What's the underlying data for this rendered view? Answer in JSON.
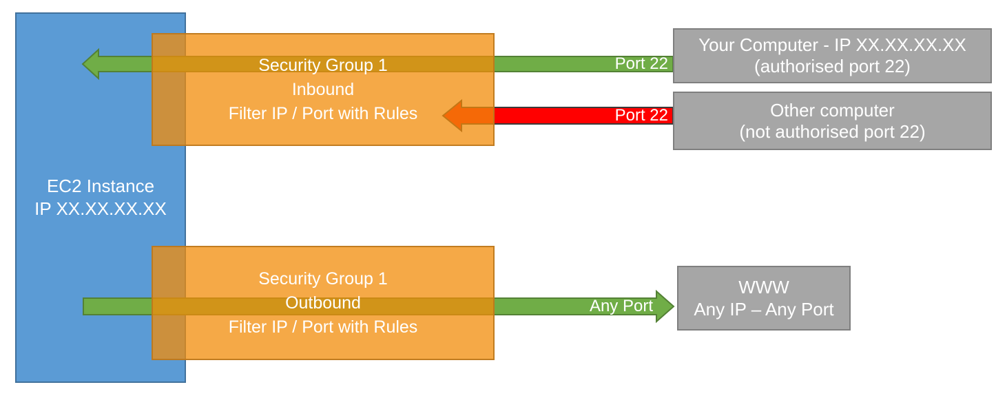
{
  "diagram": {
    "ec2_instance": {
      "line1": "EC2 Instance",
      "line2": "IP XX.XX.XX.XX"
    },
    "security_group_inbound": {
      "line1": "Security Group 1",
      "line2": "Inbound",
      "line3": "Filter IP / Port with Rules"
    },
    "security_group_outbound": {
      "line1": "Security Group 1",
      "line2": "Outbound",
      "line3": "Filter IP / Port with Rules"
    },
    "your_computer": {
      "line1": "Your Computer - IP XX.XX.XX.XX",
      "line2": "(authorised port 22)"
    },
    "other_computer": {
      "line1": "Other computer",
      "line2": "(not authorised port 22)"
    },
    "www": {
      "line1": "WWW",
      "line2": "Any IP – Any Port"
    },
    "arrow_labels": {
      "inbound_allowed": "Port 22",
      "inbound_blocked": "Port 22",
      "outbound": "Any Port"
    }
  },
  "colors": {
    "blue_fill": "#5B9BD5",
    "blue_stroke": "#41719C",
    "orange_fill": "rgba(242,140,10,0.75)",
    "orange_stroke": "rgba(187,119,28,0.9)",
    "green_fill": "#70AD47",
    "green_stroke": "#538135",
    "red_fill": "#FF0000",
    "red_stroke": "#3B3B3B",
    "gray_fill": "#A6A6A6",
    "gray_stroke": "#7F7F7F",
    "text_color": "#FFFFFF"
  }
}
